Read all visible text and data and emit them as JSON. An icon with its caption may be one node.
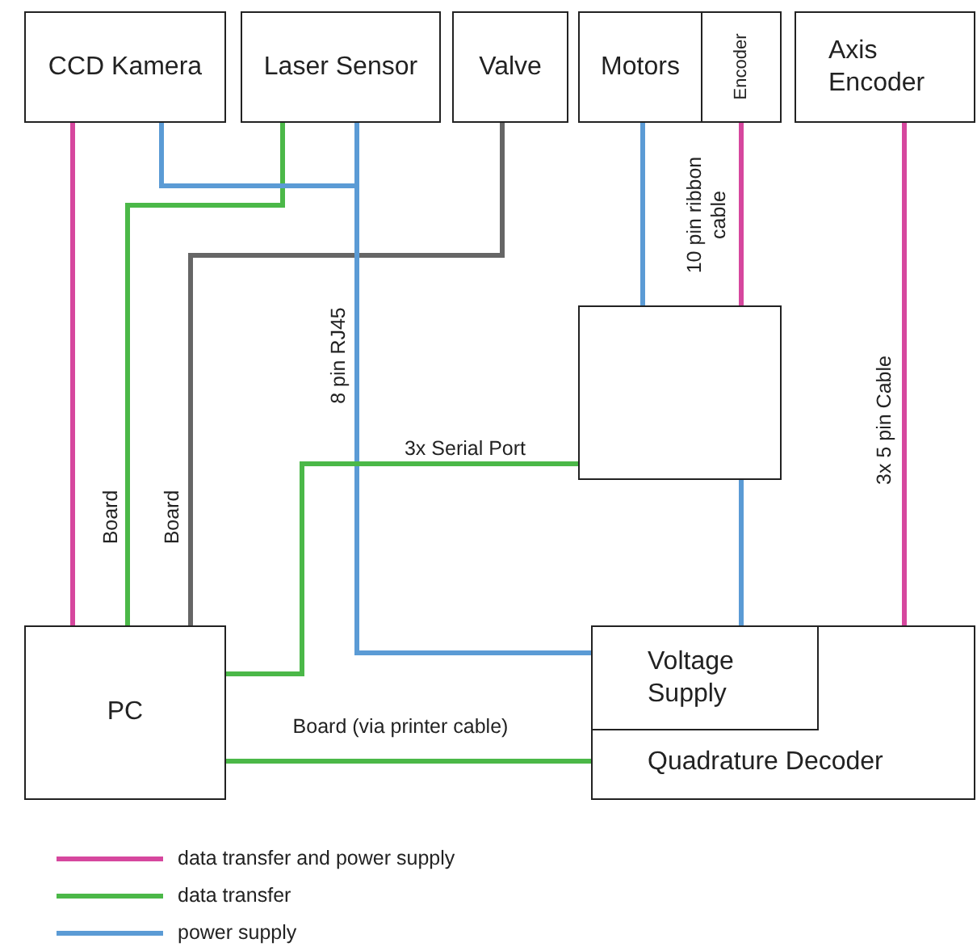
{
  "diagram": {
    "nodes": [
      {
        "text": [
          "CCD Kamera"
        ]
      },
      {
        "text": [
          "Laser Sensor"
        ]
      },
      {
        "text": [
          "Valve"
        ]
      },
      {
        "text": [
          "Motors"
        ]
      },
      {
        "text": [
          "Encoder"
        ]
      },
      {
        "text": [
          "Axis Encoder"
        ]
      },
      {
        "text": [],
        "shape": "box"
      },
      {
        "text": [
          "PC"
        ]
      },
      {
        "text": [
          "Quadrature Decoder"
        ]
      },
      {
        "text": [
          "Voltage Supply"
        ],
        "in": 8
      }
    ],
    "edges": [
      {
        "from": 0,
        "to": 7,
        "arrow": "none",
        "color": "#d6479e"
      },
      {
        "from": 1,
        "to": 7,
        "arrow": "none",
        "label": "Board",
        "color": "#4bb848"
      },
      {
        "from": 2,
        "to": 7,
        "arrow": "none",
        "label": "Board",
        "color": "#666666"
      },
      {
        "from": 0,
        "to": 9,
        "arrow": "none",
        "color": "#5b9bd5"
      },
      {
        "from": 1,
        "to": 9,
        "arrow": "none",
        "label": "8 pin RJ45",
        "color": "#5b9bd5"
      },
      {
        "from": 3,
        "to": 6,
        "arrow": "none",
        "color": "#5b9bd5"
      },
      {
        "from": 4,
        "to": 6,
        "arrow": "none",
        "label": "10 pin ribbon cable",
        "color": "#d6479e"
      },
      {
        "from": 6,
        "to": 7,
        "arrow": "none",
        "label": "3x Serial Port",
        "color": "#4bb848"
      },
      {
        "from": 6,
        "to": 9,
        "arrow": "none",
        "color": "#5b9bd5"
      },
      {
        "from": 5,
        "to": 8,
        "arrow": "none",
        "label": "3x 5 pin Cable",
        "color": "#d6479e"
      },
      {
        "from": 7,
        "to": 8,
        "arrow": "none",
        "label": "Board (via printer cable)",
        "color": "#4bb848"
      }
    ],
    "legend": [
      {
        "text": "data transfer and power supply",
        "color": "#d6479e"
      },
      {
        "text": "data transfer",
        "color": "#4bb848"
      },
      {
        "text": "power supply",
        "color": "#5b9bd5"
      }
    ]
  }
}
